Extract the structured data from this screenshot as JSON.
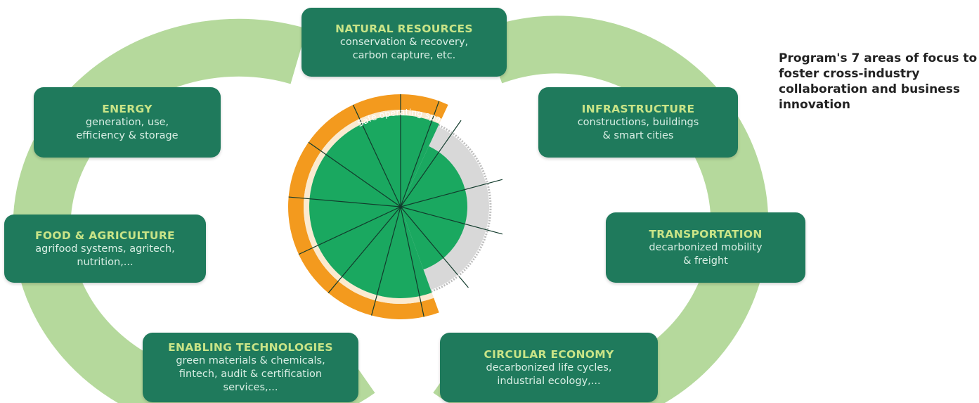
{
  "focus_areas": {
    "natural_resources": {
      "title": "NATURAL RESOURCES",
      "desc": "conservation & recovery,\ncarbon capture, etc."
    },
    "energy": {
      "title": "ENERGY",
      "desc": "generation, use,\nefficiency & storage"
    },
    "infrastructure": {
      "title": "INFRASTRUCTURE",
      "desc": "constructions, buildings\n& smart cities"
    },
    "food_agriculture": {
      "title": "FOOD & AGRICULTURE",
      "desc": "agrifood systems, agritech,\nnutrition,..."
    },
    "transportation": {
      "title": "TRANSPORTATION",
      "desc": "decarbonized mobility\n& freight"
    },
    "enabling_technologies": {
      "title": "ENABLING TECHNOLOGIES",
      "desc": "green materials & chemicals,\nfintech, audit & certification\nservices,..."
    },
    "circular_economy": {
      "title": "CIRCULAR ECONOMY",
      "desc": "decarbonized life cycles,\nindustrial ecology,..."
    }
  },
  "center": {
    "label": "Safe operating space"
  },
  "side_note": "Program's 7 areas of focus to foster cross-industry collaboration and business innovation",
  "colors": {
    "box": "#1f7a5c",
    "box_title": "#c9e487",
    "ring": "#a8d08d",
    "wheel_green": "#1aa860",
    "wheel_orange": "#f39a1e",
    "wheel_gray": "#d8d8d8"
  }
}
